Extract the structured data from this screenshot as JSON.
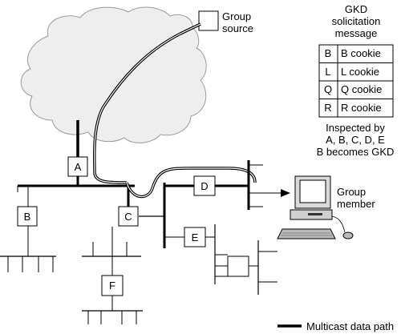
{
  "group_source": {
    "line1": "Group",
    "line2": "source"
  },
  "group_member": {
    "line1": "Group",
    "line2": "member"
  },
  "gkd_header": {
    "line1": "GKD",
    "line2": "solicitation",
    "line3": "message"
  },
  "cookies": [
    {
      "key": "B",
      "value": "B cookie"
    },
    {
      "key": "L",
      "value": "L cookie"
    },
    {
      "key": "Q",
      "value": "Q cookie"
    },
    {
      "key": "R",
      "value": "R cookie"
    }
  ],
  "inspection_note": {
    "line1": "Inspected by",
    "line2": "A, B, C, D, E",
    "line3": "B becomes GKD"
  },
  "routers": {
    "a": "A",
    "b": "B",
    "c": "C",
    "d": "D",
    "e": "E",
    "f": "F",
    "unlabeled": ""
  },
  "legend": {
    "multicast_label": "Multicast data path"
  }
}
